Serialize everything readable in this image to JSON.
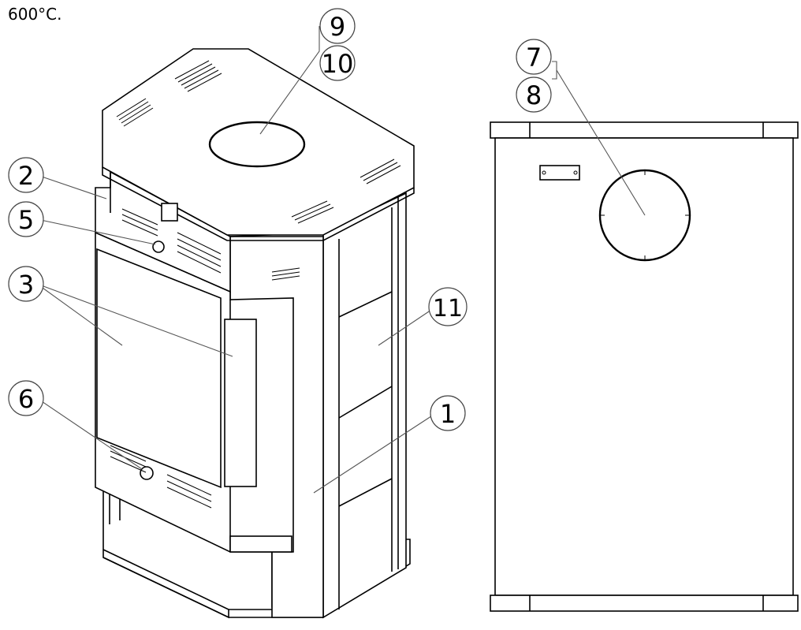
{
  "caption": "600°C.",
  "callouts": [
    {
      "label": "9"
    },
    {
      "label": "10"
    },
    {
      "label": "2"
    },
    {
      "label": "5"
    },
    {
      "label": "3"
    },
    {
      "label": "6"
    },
    {
      "label": "11"
    },
    {
      "label": "1"
    },
    {
      "label": "7"
    },
    {
      "label": "8"
    }
  ]
}
